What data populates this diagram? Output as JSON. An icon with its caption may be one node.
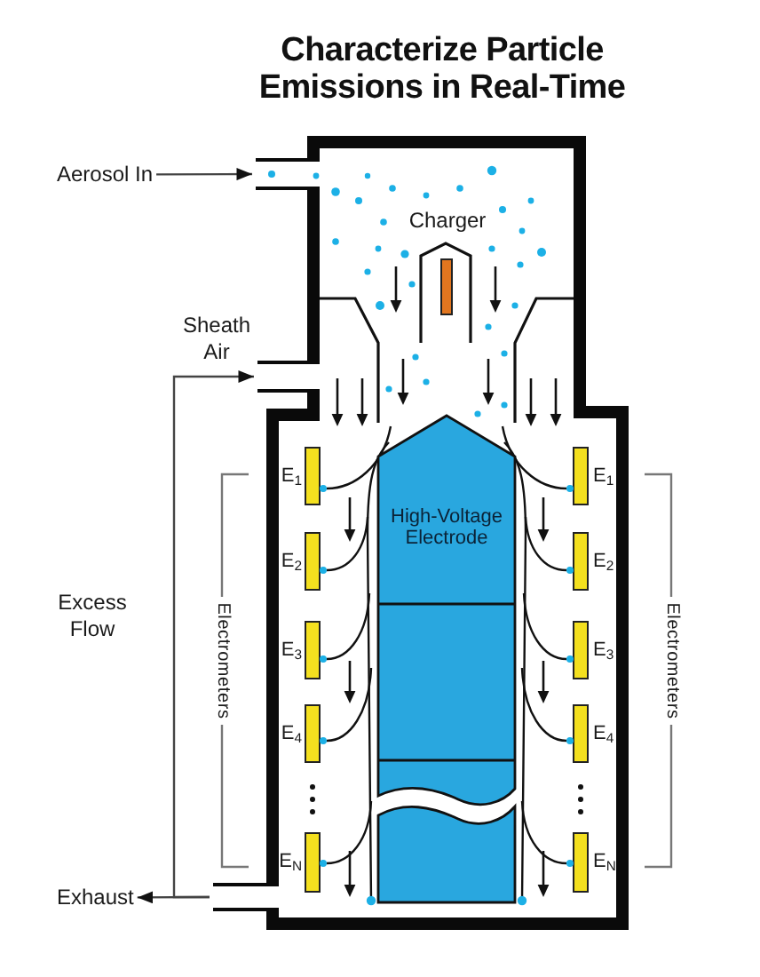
{
  "diagram": {
    "title": "Characterize Particle Emissions in Real-Time",
    "nodes": [
      {
        "text": [
          "Aerosol In"
        ]
      },
      {
        "text": [],
        "shape": "pipe"
      },
      {
        "text": [],
        "shape": "pipe"
      },
      {
        "text": [
          "High-Voltage Electrode"
        ]
      },
      {
        "text": [
          "Exhaust"
        ]
      },
      {
        "text": [],
        "shape": "pipe"
      }
    ],
    "edges": [
      {
        "from": 0,
        "to": 1,
        "arrow": "to"
      },
      {
        "from": 5,
        "to": 4,
        "arrow": "to"
      },
      {
        "from": 5,
        "to": 2,
        "arrow": "to"
      }
    ],
    "labels": [
      "Charger",
      "Sheath Air",
      "E$_{1}$",
      "E$_{1}$",
      "E$_{2}$",
      "E$_{2}$",
      "Excess Flow",
      "Electrometers",
      "Electrometers",
      "E$_{3}$",
      "E$_{3}$",
      "E$_{4}$",
      "E$_{4}$",
      "E$_{N}$",
      "E$_{N}$"
    ]
  }
}
